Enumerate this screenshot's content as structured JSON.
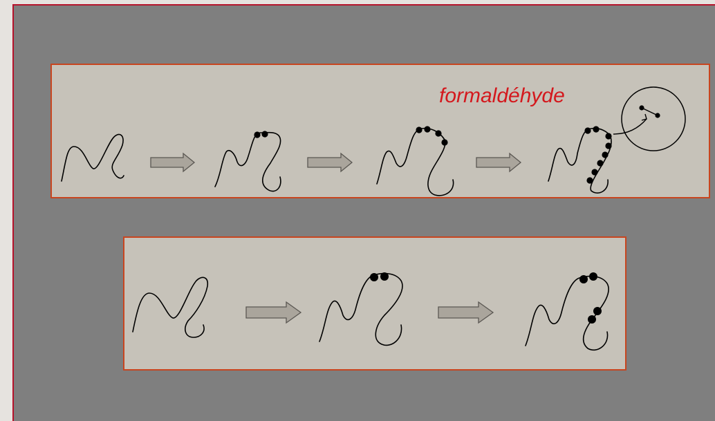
{
  "diagram": {
    "reagent_label": "formaldéhyde",
    "accent_color": "#d4181d",
    "panel_border_color": "#c8451f",
    "top_sequence_steps": 4,
    "bottom_sequence_steps": 3
  }
}
